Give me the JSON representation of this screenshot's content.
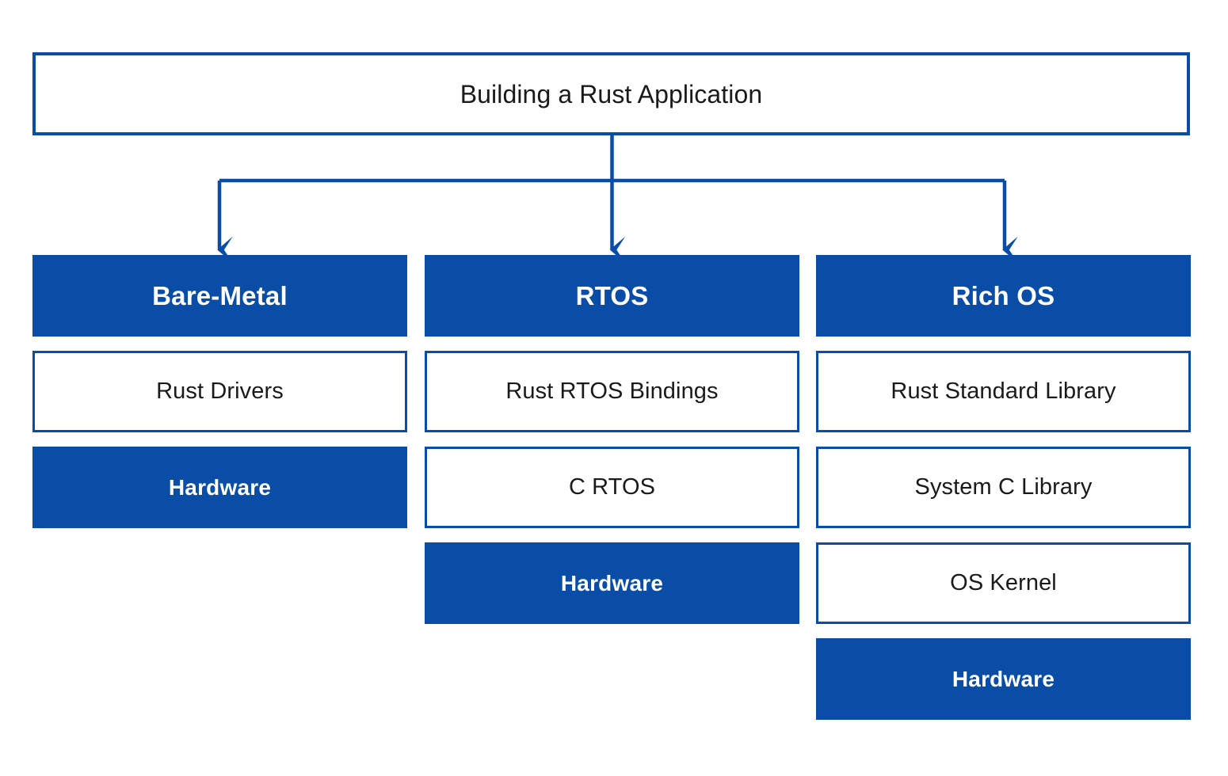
{
  "diagram": {
    "title": "Building a Rust Application",
    "type": "tree-stack-diagram",
    "colors": {
      "accent_blue": "#0A4DA6",
      "box_fill": "#FFFFFF",
      "text_dark": "#1A1A1A",
      "text_light": "#FFFFFF",
      "background": "#FFFFFF"
    },
    "root": {
      "label": "Building a Rust Application"
    },
    "branches": [
      {
        "id": "bare-metal",
        "header": "Bare-Metal",
        "layers": [
          {
            "label": "Rust Drivers",
            "style": "outline"
          },
          {
            "label": "Hardware",
            "style": "filled"
          }
        ]
      },
      {
        "id": "rtos",
        "header": "RTOS",
        "layers": [
          {
            "label": "Rust RTOS Bindings",
            "style": "outline"
          },
          {
            "label": "C RTOS",
            "style": "outline"
          },
          {
            "label": "Hardware",
            "style": "filled"
          }
        ]
      },
      {
        "id": "rich-os",
        "header": "Rich OS",
        "layers": [
          {
            "label": "Rust Standard Library",
            "style": "outline"
          },
          {
            "label": "System C Library",
            "style": "outline"
          },
          {
            "label": "OS Kernel",
            "style": "outline"
          },
          {
            "label": "Hardware",
            "style": "filled"
          }
        ]
      }
    ],
    "connectors": {
      "description": "orthogonal-elbow-arrows",
      "arrow_targets": [
        "bare-metal",
        "rtos",
        "rich-os"
      ]
    }
  }
}
